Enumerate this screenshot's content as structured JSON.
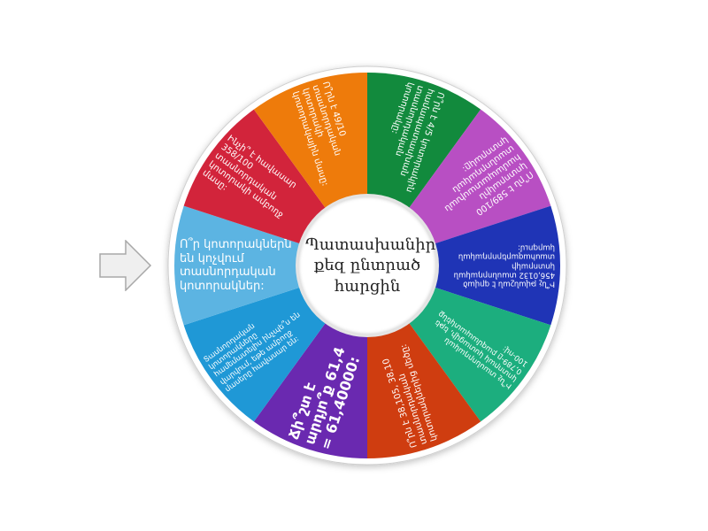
{
  "wheel": {
    "center_text": "Պատասխանիր քեզ ընտրած հարցին",
    "segments": [
      {
        "label": "Ո՞րն է 4/5 կոտորակին համապատասխան տասնորդական կոտորակը:",
        "color": "#128a3d"
      },
      {
        "label": "Ո՞րն է 589/100 կոտորակին համապատասխան տասնորդական կոտորակը:",
        "color": "#b84fc3"
      },
      {
        "label": "Ի՞նչ թվանշան է գրված 456,0132 տասնորդական կոտորակի տասհազարերորդական կարգում:",
        "color": "#1f34b6"
      },
      {
        "label": "Ի՞նչ տասնորդական կոտորակ կստացվի, եթե 0,789-ը բազմապատկենք 100-ով:",
        "color": "#1cae7e"
      },
      {
        "label": "Ո՞րն է 38,105, 38,10 տասնորդական կոտորակներից մեծը:",
        "color": "#cf3d10"
      },
      {
        "label": "Ճի՞շտ է արդյո՞ք 61,4 = 61,40000:",
        "color": "#6a29b0"
      },
      {
        "label": "Տասնորդական կոտորակները համեմատելիս ինչպե՞ս են վարվում, եթե ամբողջ մասերը հավասար են:",
        "color": "#1f98d6"
      },
      {
        "label": "Ո՞ր կոտորակներն են կոչվում տասնորդական կոտորակներ:",
        "color": "#5cb4e2"
      },
      {
        "label": "Ինչի՞ է հավասար 358/100 տասնորդական կոտորակի ամբողջ մասը:",
        "color": "#d2243b"
      },
      {
        "label": "Ո՞րն է 49/10 տասնորդական կոտորակի կոտորակային մասը:",
        "color": "#ee7b0b"
      }
    ],
    "pointer_icon": "arrow-right-icon"
  }
}
